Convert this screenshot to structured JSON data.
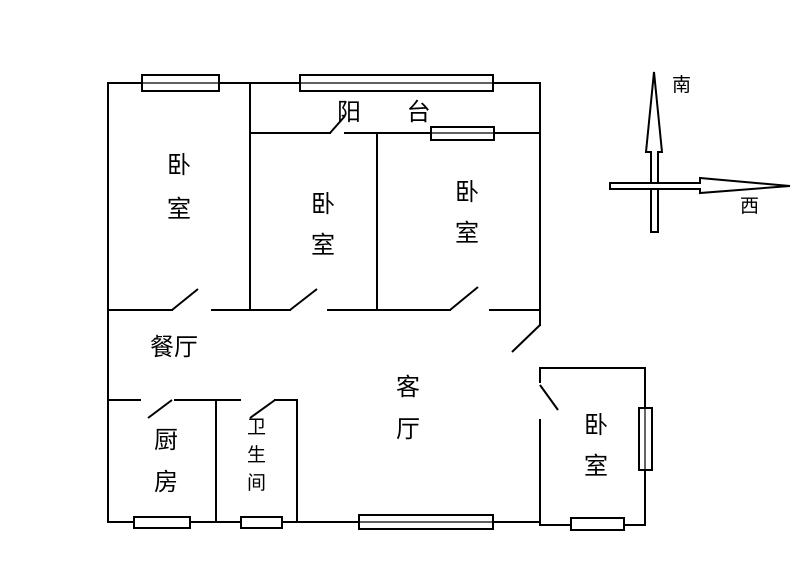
{
  "rooms": {
    "bedroom_1": [
      "卧",
      "室"
    ],
    "bedroom_2": [
      "卧",
      "室"
    ],
    "bedroom_3": [
      "卧",
      "室"
    ],
    "bedroom_4": [
      "卧",
      "室"
    ],
    "balcony": [
      "阳",
      "台"
    ],
    "dining": "餐厅",
    "living": [
      "客",
      "厅"
    ],
    "kitchen": [
      "厨",
      "房"
    ],
    "bathroom": [
      "卫",
      "生",
      "间"
    ]
  },
  "compass": {
    "north_arrow_label": "南",
    "east_arrow_label": "西"
  }
}
